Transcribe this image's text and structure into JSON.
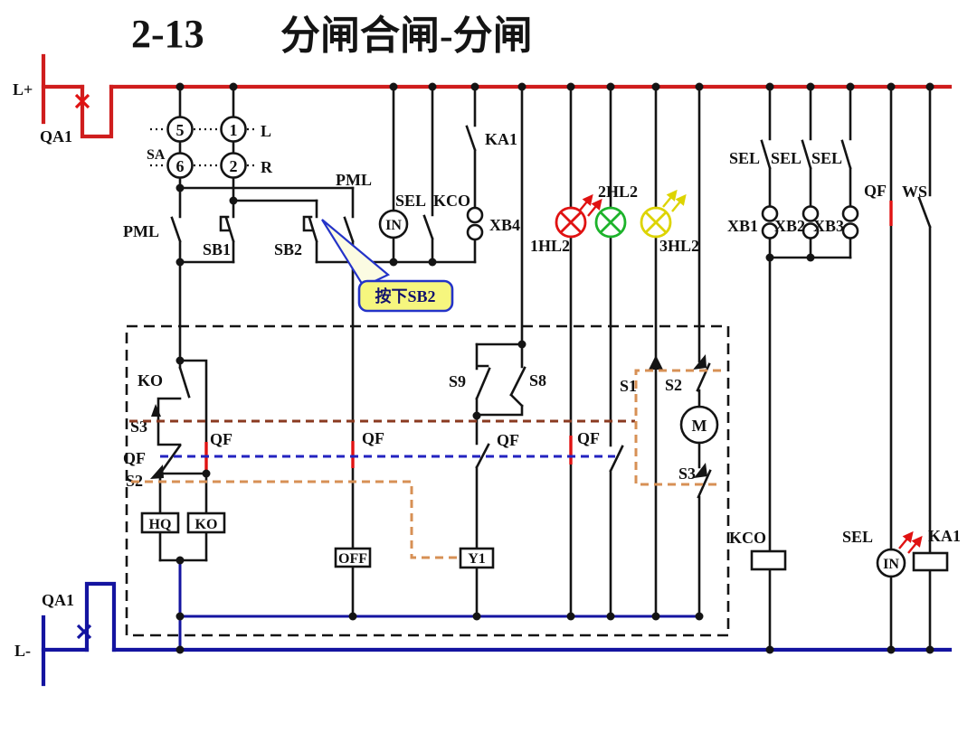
{
  "title": {
    "num": "2-13",
    "name": "分闸合闸-分闸"
  },
  "tooltip": {
    "text": "按下SB2"
  },
  "colors": {
    "bus_positive": "#cf1d1d",
    "bus_negative": "#1414a0",
    "lamp_red": "#e01212",
    "lamp_green": "#1db32b",
    "lamp_yellow": "#ddd400",
    "closed_contact_mark": "#e01212",
    "link_brown": "#8a3a20",
    "link_blue": "#2323c0",
    "link_orange": "#d79055",
    "tooltip_bg": "#f6f67e",
    "tooltip_border": "#2433c8"
  },
  "selector": {
    "label": "SA",
    "c5": "5",
    "c1": "1",
    "c6": "6",
    "c2": "2",
    "row1_pos": "L",
    "row2_pos": "R"
  },
  "labels": {
    "l_plus": "L+",
    "qa1_top": "QA1",
    "l_minus": "L-",
    "qa1_bot": "QA1",
    "pml_left": "PML",
    "sb1": "SB1",
    "sb2": "SB2",
    "pml_right": "PML",
    "sel_mid": "SEL",
    "kco_mid": "KCO",
    "in_mid": "IN",
    "xb4": "XB4",
    "ka1_top": "KA1",
    "hl1": "1HL2",
    "hl2": "2HL2",
    "hl3": "3HL2",
    "sel_r1": "SEL",
    "sel_r2": "SEL",
    "sel_r3": "SEL",
    "xb1": "XB1",
    "xb2": "XB2",
    "xb3": "XB3",
    "qf_top": "QF",
    "ws": "WS",
    "ko_contact": "KO",
    "s3_left": "S3",
    "qf_left": "QF",
    "s2_left": "S2",
    "qf_a": "QF",
    "qf_b": "QF",
    "qf_c": "QF",
    "qf_d": "QF",
    "s9": "S9",
    "s8": "S8",
    "s1": "S1",
    "s2_right": "S2",
    "s3_right": "S3",
    "motor": "M",
    "hq_coil": "HQ",
    "ko_coil": "KO",
    "off_coil": "OFF",
    "y1_coil": "Y1",
    "kco_bot": "KCO",
    "sel_bot": "SEL",
    "in_bot": "IN",
    "ka1_bot": "KA1"
  }
}
